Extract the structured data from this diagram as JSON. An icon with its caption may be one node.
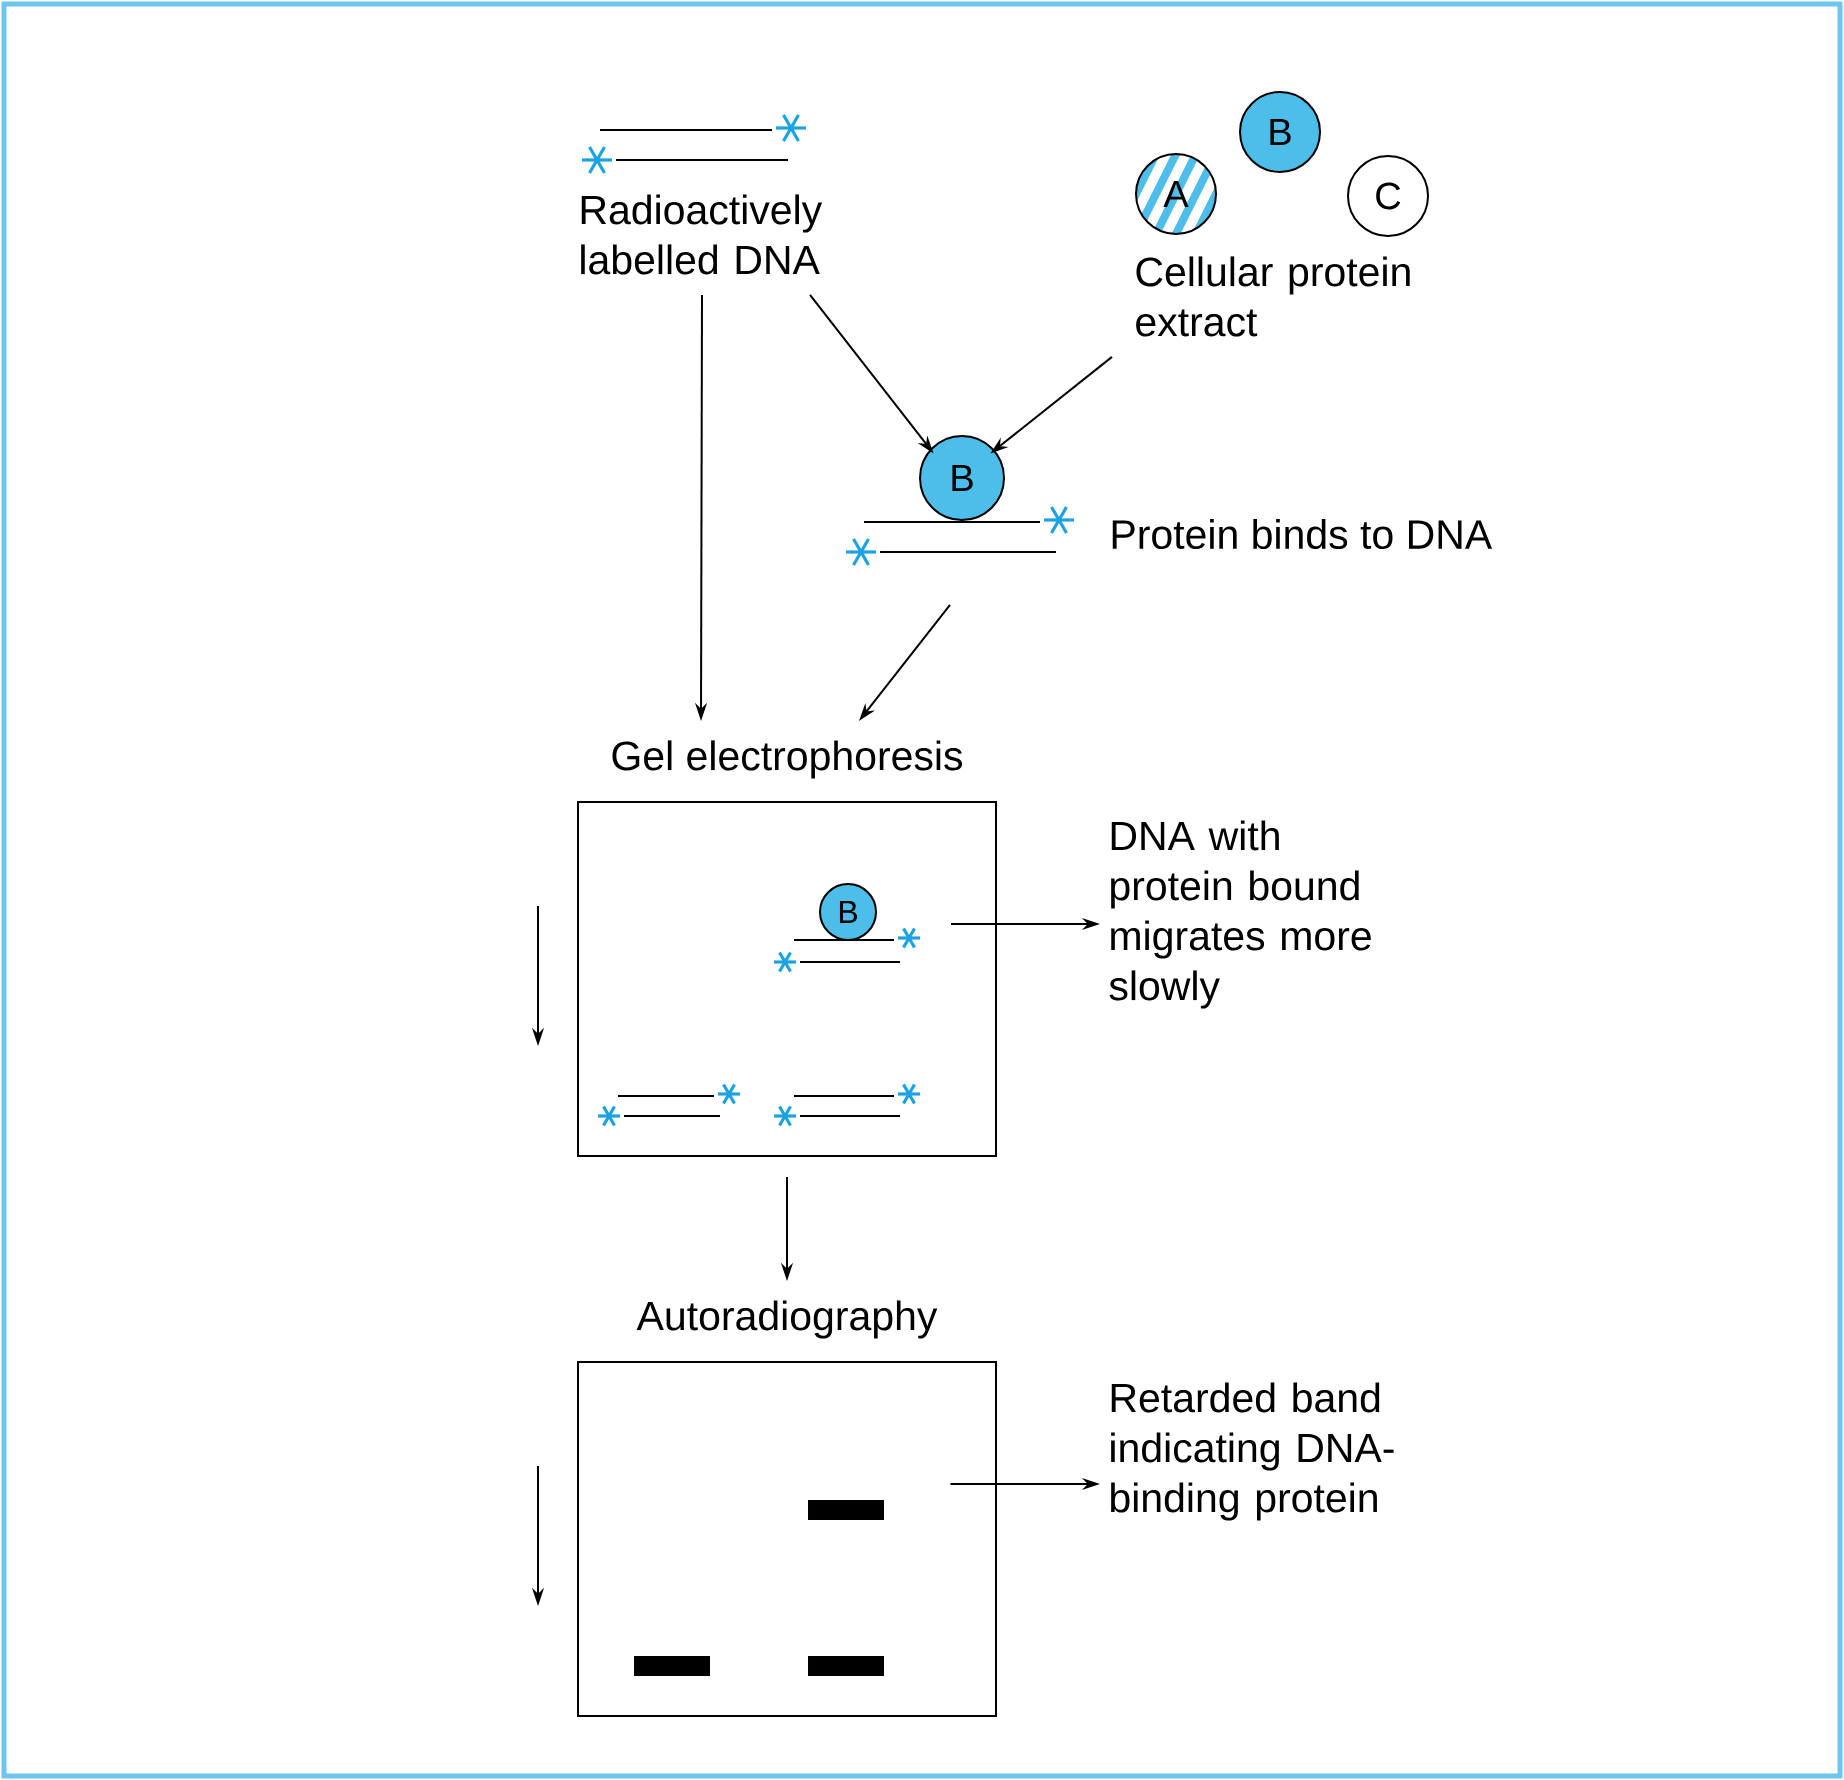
{
  "diagram": {
    "nodes": [
      {
        "text": [
          "Radioactively labelled DNA"
        ]
      },
      {
        "text": [
          "Cellular protein extract"
        ]
      },
      {
        "text": [
          "A"
        ]
      },
      {
        "text": [
          "B"
        ]
      },
      {
        "text": [
          "C"
        ]
      },
      {
        "text": [
          "B"
        ],
        "beside": [
          "Protein binds to DNA"
        ]
      },
      {
        "text": [
          "Gel electrophoresis"
        ]
      },
      {
        "text": [
          "B"
        ],
        "in": 6
      },
      {
        "text": [
          "DNA with protein bound migrates more slowly"
        ]
      },
      {
        "text": [
          "Autoradiography"
        ]
      },
      {
        "text": [
          "Retarded band indicating DNA-binding protein"
        ]
      },
      {
        "text": [],
        "shape": "bar",
        "in": 9
      }
    ],
    "edges": [
      {
        "from": 0,
        "to": 5,
        "arrow": "to"
      },
      {
        "from": 1,
        "to": 5,
        "arrow": "to"
      },
      {
        "from": 0,
        "to": 6,
        "arrow": "to"
      },
      {
        "from": 5,
        "to": 6,
        "arrow": "to"
      },
      {
        "from": 7,
        "to": 8,
        "arrow": "to"
      },
      {
        "from": 6,
        "to": 9,
        "arrow": "to"
      },
      {
        "from": 11,
        "to": 10,
        "arrow": "to"
      }
    ]
  }
}
